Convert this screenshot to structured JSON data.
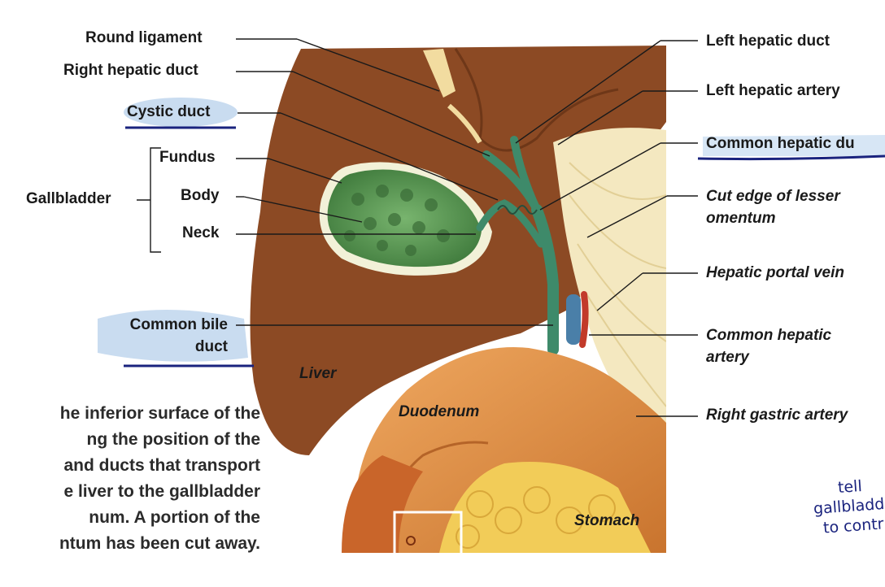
{
  "labels_left": {
    "round_ligament": "Round ligament",
    "right_hepatic_duct": "Right hepatic duct",
    "cystic_duct": "Cystic duct",
    "fundus": "Fundus",
    "gallbladder": "Gallbladder",
    "body": "Body",
    "neck": "Neck",
    "common_bile_line1": "Common bile",
    "common_bile_line2": "duct"
  },
  "labels_right": {
    "left_hepatic_duct": "Left hepatic duct",
    "left_hepatic_artery": "Left hepatic artery",
    "common_hepatic_duct": "Common hepatic du",
    "cut_edge_line1": "Cut edge of lesser",
    "cut_edge_line2": "omentum",
    "hepatic_portal_vein": "Hepatic portal vein",
    "common_hepatic_artery_line1": "Common hepatic",
    "common_hepatic_artery_line2": "artery",
    "right_gastric_artery": "Right gastric artery"
  },
  "organs": {
    "liver": "Liver",
    "duodenum": "Duodenum",
    "stomach": "Stomach"
  },
  "caption": [
    "he inferior surface of the",
    "ng the position of the",
    " and ducts that transport",
    "e liver to the gallbladder",
    "num. A portion of the",
    "ntum has been cut away."
  ],
  "handwritten_note": [
    "tell",
    "gallbladd",
    "to contr"
  ],
  "colors": {
    "liver": "#8c4a24",
    "gallbladder": "#5e9a58",
    "duct": "#3e8a6a",
    "highlight": "#c9dcf0",
    "ink": "#1a237e"
  }
}
